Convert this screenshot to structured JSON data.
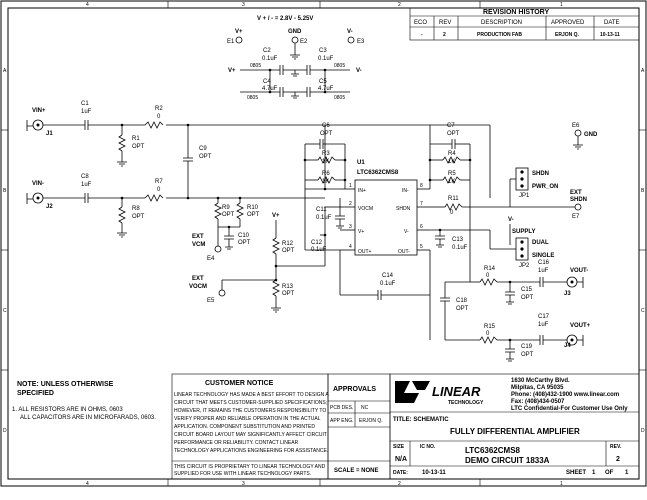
{
  "revision": {
    "title": "REVISION HISTORY",
    "headers": [
      "ECO",
      "REV",
      "DESCRIPTION",
      "APPROVED",
      "DATE"
    ],
    "row": [
      "-",
      "2",
      "PRODUCTION FAB",
      "ERJON Q.",
      "10-13-11"
    ]
  },
  "border": {
    "top_numbers": [
      "4",
      "3",
      "2",
      "1"
    ],
    "side_letters": [
      "A",
      "B",
      "C",
      "D"
    ]
  },
  "supply": {
    "title": "V + / - = 2.8V - 5.25V",
    "vplus": "V+",
    "gnd": "GND",
    "vminus": "V-",
    "e1": "E1",
    "e2": "E2",
    "e3": "E3",
    "c2": [
      "C2",
      "0.1uF",
      "0805"
    ],
    "c3": [
      "C3",
      "0.1uF",
      "0805"
    ],
    "c4": [
      "C4",
      "4.7uF",
      "0805"
    ],
    "c5": [
      "C5",
      "4.7uF",
      "0805"
    ],
    "vplus2": "V+",
    "vminus2": "V-"
  },
  "inputs": {
    "vin_p": "VIN+",
    "j1": "J1",
    "vin_n": "VIN-",
    "j2": "J2",
    "c1": [
      "C1",
      "1uF"
    ],
    "c8": [
      "C8",
      "1uF"
    ],
    "r2": [
      "R2",
      "0"
    ],
    "r7": [
      "R7",
      "0"
    ],
    "r1": [
      "R1",
      "OPT"
    ],
    "r8": [
      "R8",
      "OPT"
    ],
    "c9": [
      "C9",
      "OPT"
    ]
  },
  "vcm": {
    "ext": "EXT",
    "vcm": "VCM",
    "e4": "E4",
    "r9": [
      "R9",
      "OPT"
    ],
    "r10": [
      "R10",
      "OPT"
    ],
    "c10": [
      "C10",
      "OPT"
    ]
  },
  "vocm": {
    "ext": "EXT",
    "vocm": "VOCM",
    "e5": "E5",
    "vplus": "V+",
    "r12": [
      "R12",
      "OPT"
    ],
    "r13": [
      "R13",
      "OPT"
    ],
    "c12": [
      "C12",
      "0.1uF"
    ]
  },
  "ic": {
    "ref": "U1",
    "part": "LTC6362CMS8",
    "pin_in_p": "IN+",
    "pin_vocm": "VOCM",
    "pin_vp": "V+",
    "pin_outp": "OUT+",
    "pin_in_n": "IN-",
    "pin_shdn": "SHDN",
    "pin_vn": "V-",
    "pin_outn": "OUT-",
    "pins_left": [
      "1",
      "2",
      "3",
      "4"
    ],
    "pins_right": [
      "8",
      "7",
      "6",
      "5"
    ]
  },
  "feedback": {
    "c6": [
      "C6",
      "OPT"
    ],
    "c7": [
      "C7",
      "OPT"
    ],
    "r3": [
      "R3",
      "1K"
    ],
    "r4": [
      "R4",
      "1K"
    ],
    "r6": [
      "R6",
      "1K"
    ],
    "r5": [
      "R5",
      "1K"
    ],
    "c11": [
      "C11",
      "0.1uF"
    ],
    "r11": [
      "R11",
      "0"
    ],
    "c13": [
      "C13",
      "0.1uF"
    ],
    "c14": [
      "C14",
      "0.1uF"
    ]
  },
  "right": {
    "e6": "E6",
    "gnd": "GND",
    "shdn": "SHDN",
    "pwr_on": "PWR_ON",
    "jp1": "JP1",
    "ext": "EXT",
    "shdn2": "SHDN",
    "e7": "E7",
    "vminus": "V-",
    "supply": "SUPPLY",
    "dual": "DUAL",
    "single": "SINGLE",
    "jp2": "JP2"
  },
  "outputs": {
    "r14": [
      "R14",
      "0"
    ],
    "r15": [
      "R15",
      "0"
    ],
    "c15": [
      "C15",
      "OPT"
    ],
    "c16": [
      "C16",
      "1uF"
    ],
    "c17": [
      "C17",
      "1uF"
    ],
    "c18": [
      "C18",
      "OPT"
    ],
    "c19": [
      "C19",
      "OPT"
    ],
    "vout_n": "VOUT-",
    "j3": "J3",
    "vout_p": "VOUT+",
    "j4": "J4"
  },
  "note": {
    "title1": "NOTE: UNLESS OTHERWISE",
    "title2": "SPECIFIED",
    "line1": "1.  ALL RESISTORS ARE IN OHMS, 0603",
    "line2": "ALL CAPACITORS ARE IN MICROFARADS, 0603."
  },
  "customer": {
    "title": "CUSTOMER NOTICE",
    "lines": [
      "LINEAR TECHNOLOGY HAS MADE A BEST EFFORT TO DESIGN A",
      "CIRCUIT THAT MEETS CUSTOMER-SUPPLIED SPECIFICATIONS;",
      "HOWEVER, IT REMAINS THE CUSTOMERS RESPONSIBILITY TO",
      "VERIFY PROPER AND RELIABLE OPERATION IN THE ACTUAL",
      "APPLICATION.  COMPONENT SUBSTITUTION AND PRINTED",
      "CIRCUIT BOARD LAYOUT MAY SIGNIFICANTLY AFFECT CIRCUIT",
      "PERFORMANCE OR RELIABILITY.  CONTACT LINEAR",
      "TECHNOLOGY APPLICATIONS ENGINEERING FOR ASSISTANCE."
    ],
    "prop1": "THIS CIRCUIT IS PROPRIETARY TO LINEAR TECHNOLOGY AND",
    "prop2": "SUPPLIED FOR USE WITH LINEAR TECHNOLOGY PARTS."
  },
  "approvals": {
    "title": "APPROVALS",
    "pcb_des_label": "PCB DES.",
    "pcb_des_value": "NC",
    "app_eng_label": "APP ENG.",
    "app_eng_value": "ERJON Q.",
    "scale": "SCALE = NONE"
  },
  "company": {
    "logo_word": "LINEAR",
    "logo_sub": "TECHNOLOGY",
    "address1": "1630 McCarthy Blvd.",
    "address2": "Milpitas, CA 95035",
    "phone": "Phone: (408)432-1900  www.linear.com",
    "fax": "Fax: (408)434-0507",
    "confidential": "LTC Confidential-For Customer Use Only"
  },
  "titleblock": {
    "title_label": "TITLE:  SCHEMATIC",
    "title_value": "FULLY DIFFERENTIAL AMPLIFIER",
    "size_label": "SIZE",
    "size_value": "N/A",
    "icno_label": "IC NO.",
    "ic_value": "LTC6362CMS8",
    "demo_value": "DEMO CIRCUIT 1833A",
    "rev_label": "REV.",
    "rev_value": "2",
    "date_label": "DATE:",
    "date_value": "10-13-11",
    "sheet_label": "SHEET",
    "sheet_num": "1",
    "of_label": "OF",
    "sheet_total": "1"
  }
}
